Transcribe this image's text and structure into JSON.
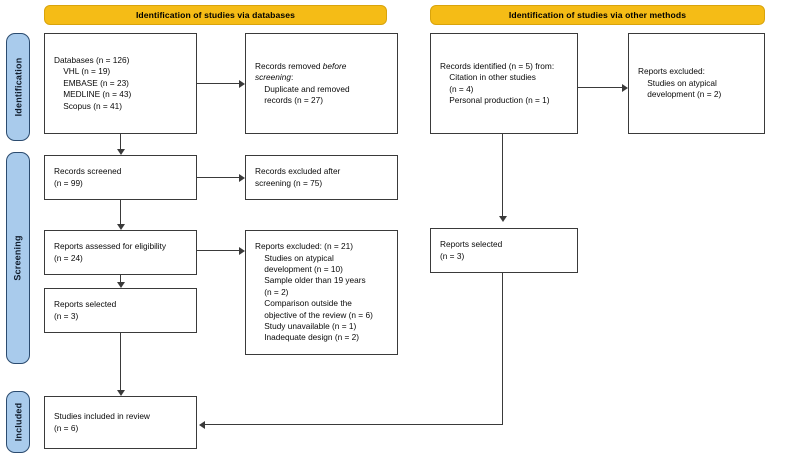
{
  "diagram": {
    "title": "PRISMA 2020 flow diagram",
    "colors": {
      "banner_fill": "#F5BC16",
      "stage_fill": "#A9CBEC",
      "stage_border": "#2b4b6f",
      "box_border": "#3a3a3a",
      "line": "#3a3a3a",
      "background": "#ffffff"
    }
  },
  "banners": [
    {
      "id": "databases",
      "label": "Identification of studies via databases"
    },
    {
      "id": "other-methods",
      "label": "Identification of studies via other methods"
    }
  ],
  "stages": [
    {
      "id": "identification",
      "label": "Identification"
    },
    {
      "id": "screening",
      "label": "Screening"
    },
    {
      "id": "included",
      "label": "Included"
    }
  ],
  "boxes": {
    "databases_identified": {
      "name": "databases-identified-box",
      "lines": [
        "Databases (n = 126)",
        "    VHL (n = 19)",
        "    EMBASE (n = 23)",
        "    MEDLINE (n = 43)",
        "    Scopus (n = 41)"
      ]
    },
    "records_removed": {
      "name": "records-removed-box",
      "lines_html": "Records removed <i>before</i>\n<i>screening</i>:\n    Duplicate and removed\n    records (n = 27)"
    },
    "records_screened": {
      "name": "records-screened-box",
      "lines": [
        "Records screened",
        "(n = 99)"
      ]
    },
    "records_excluded": {
      "name": "records-excluded-box",
      "lines": [
        "Records excluded after",
        "screening (n = 75)"
      ]
    },
    "reports_assessed": {
      "name": "reports-assessed-box",
      "lines": [
        "Reports assessed for eligibility",
        "(n = 24)"
      ]
    },
    "reports_excluded_db": {
      "name": "reports-excluded-databases-box",
      "lines": [
        "Reports excluded: (n = 21)",
        "    Studies on atypical",
        "    development (n = 10)",
        "    Sample older than 19 years",
        "    (n = 2)",
        "    Comparison outside the",
        "    objective of the review (n = 6)",
        "    Study unavailable (n = 1)",
        "    Inadequate design (n = 2)"
      ]
    },
    "reports_selected_db": {
      "name": "reports-selected-databases-box",
      "lines": [
        "Reports selected",
        "(n = 3)"
      ]
    },
    "records_identified_other": {
      "name": "records-identified-other-box",
      "lines": [
        "Records identified (n = 5) from:",
        "    Citation in other studies",
        "    (n = 4)",
        "    Personal production (n = 1)"
      ]
    },
    "reports_excluded_other": {
      "name": "reports-excluded-other-box",
      "lines": [
        "Reports excluded:",
        "    Studies on atypical",
        "    development (n = 2)"
      ]
    },
    "reports_selected_other": {
      "name": "reports-selected-other-box",
      "lines": [
        "Reports selected",
        "(n = 3)"
      ]
    },
    "studies_included": {
      "name": "studies-included-box",
      "lines": [
        "Studies included in review",
        "(n = 6)"
      ]
    }
  },
  "counts": {
    "databases_total": 126,
    "vhl": 19,
    "embase": 23,
    "medline": 43,
    "scopus": 41,
    "duplicates_removed": 27,
    "records_screened": 99,
    "records_excluded_screening": 75,
    "reports_assessed": 24,
    "reports_excluded_total": 21,
    "excluded_atypical_development": 10,
    "excluded_sample_older_19": 2,
    "excluded_comparison_outside_objective": 6,
    "excluded_study_unavailable": 1,
    "excluded_inadequate_design": 2,
    "reports_selected_databases": 3,
    "records_identified_other": 5,
    "citation_other_studies": 4,
    "personal_production": 1,
    "reports_excluded_other_atypical": 2,
    "reports_selected_other": 3,
    "studies_included": 6
  }
}
